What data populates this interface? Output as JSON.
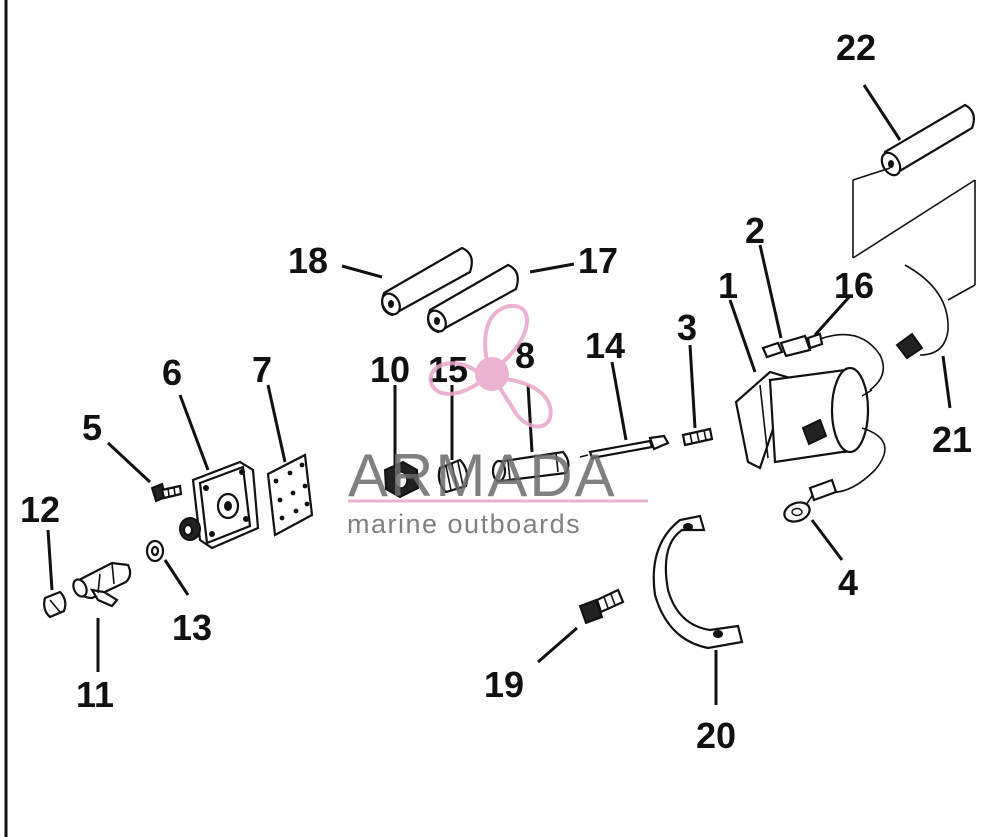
{
  "diagram": {
    "callouts": [
      "1",
      "2",
      "3",
      "4",
      "5",
      "6",
      "7",
      "8",
      "10",
      "11",
      "12",
      "13",
      "14",
      "15",
      "16",
      "17",
      "18",
      "19",
      "20",
      "21",
      "22"
    ]
  },
  "watermark": {
    "brand": "ARMADA",
    "tagline": "marine outboards",
    "logo_color": "#e8a6c9",
    "text_color": "#6b6b6b"
  }
}
